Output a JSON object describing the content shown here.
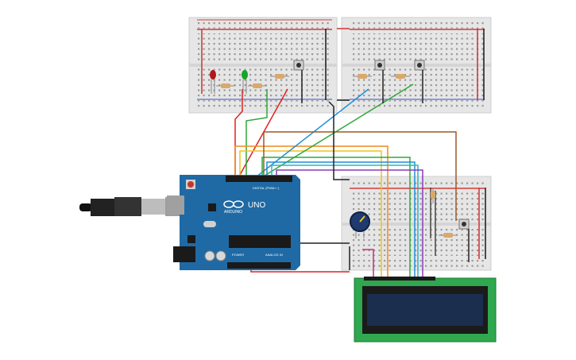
{
  "arduino": {
    "logo_text": "ARDUINO",
    "model": "UNO",
    "digital_header": "DIGITAL (PWM=~)",
    "analog_header": "ANALOG IN",
    "power_header": "POWER",
    "brand_color": "#1f6aa5"
  },
  "lcd": {
    "pcb_color": "#2fa84f",
    "screen_color": "#1c2e4e"
  },
  "breadboard": {
    "body_color": "#e6e6e6"
  },
  "components": {
    "led_colors": [
      "#b01818",
      "#19a32c"
    ],
    "pushbutton_count": 4,
    "resistor_count": 7
  },
  "wire_colors": {
    "red": "#e02020",
    "orange": "#f28a1c",
    "yellow": "#f2c21c",
    "green": "#2fa83a",
    "blue": "#1f8fd4",
    "purple": "#8a3ab5",
    "brown": "#9a5a2a",
    "black": "#222222",
    "magenta": "#c0307a"
  }
}
